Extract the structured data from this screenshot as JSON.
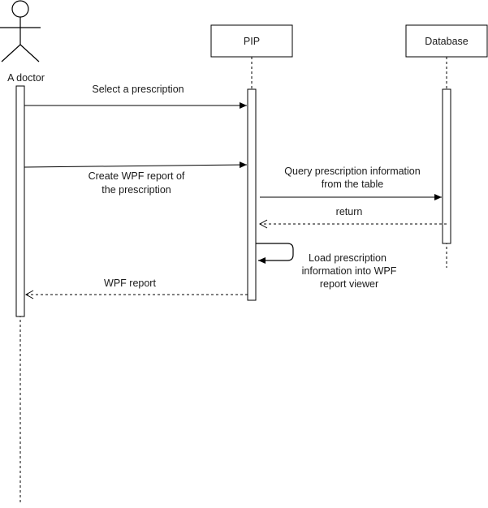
{
  "participants": {
    "actor": {
      "label": "A doctor"
    },
    "pip": {
      "label": "PIP"
    },
    "database": {
      "label": "Database"
    }
  },
  "messages": {
    "select_prescription": {
      "line1": "Select a prescription"
    },
    "create_report": {
      "line1": "Create WPF report of",
      "line2": "the prescription"
    },
    "query_info": {
      "line1": "Query prescription information",
      "line2": "from the table"
    },
    "return_msg": {
      "line1": "return"
    },
    "load_info": {
      "line1": "Load prescription",
      "line2": "information into WPF",
      "line3": "report viewer"
    },
    "wpf_report": {
      "line1": "WPF report"
    }
  }
}
